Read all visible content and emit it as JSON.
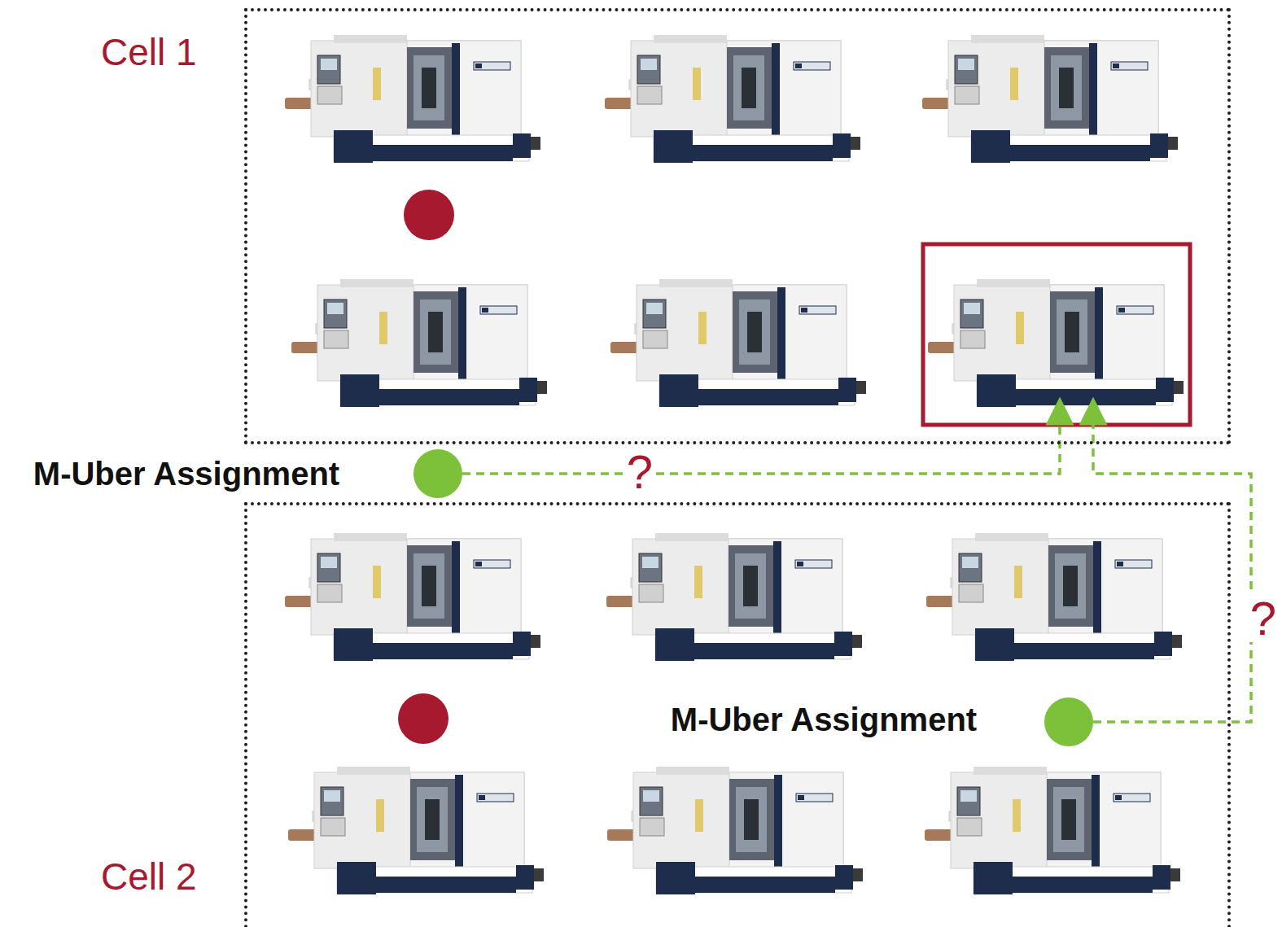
{
  "diagram": {
    "nodes": [
      {
        "text": [
          "Cell 1"
        ]
      },
      {
        "text": [
          "Cell 2"
        ]
      }
    ],
    "labels": [
      "M-Uber Assignment",
      "?",
      "M-Uber Assignment",
      "?"
    ]
  }
}
